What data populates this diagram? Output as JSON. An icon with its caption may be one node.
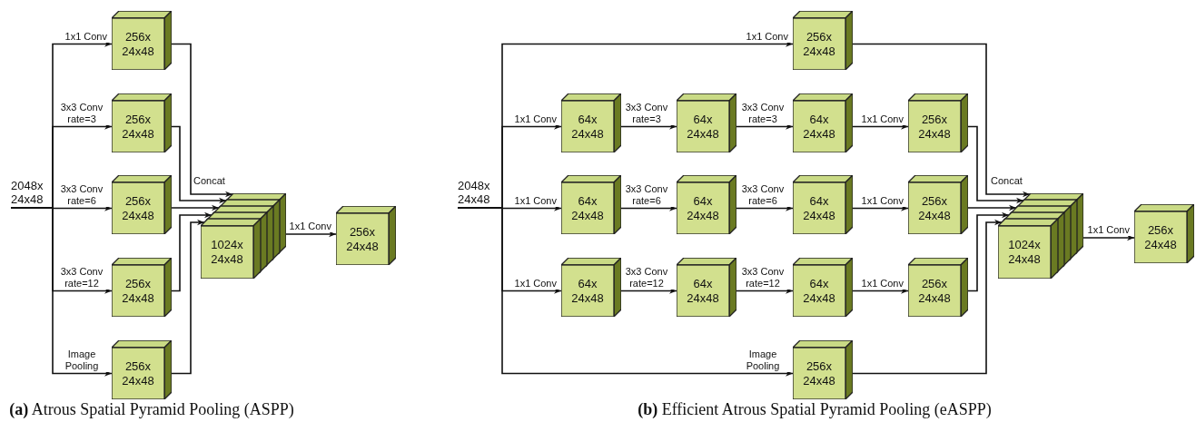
{
  "diagram": {
    "nodes": [
      {
        "text": [
          "2048x 24x48"
        ]
      },
      {
        "text": [
          "256x 24x48"
        ]
      },
      {
        "text": [
          "256x 24x48"
        ]
      },
      {
        "text": [
          "256x 24x48"
        ]
      },
      {
        "text": [
          "256x 24x48"
        ]
      },
      {
        "text": [
          "256x 24x48"
        ]
      },
      {
        "text": [
          "1024x 24x48"
        ],
        "beside": [
          "Concat"
        ]
      },
      {
        "text": [
          "256x 24x48"
        ]
      },
      {
        "text": [
          "2048x 24x48"
        ]
      },
      {
        "text": [
          "256x 24x48"
        ]
      },
      {
        "text": [
          "64x 24x48"
        ]
      },
      {
        "text": [
          "64x 24x48"
        ]
      },
      {
        "text": [
          "64x 24x48"
        ]
      },
      {
        "text": [
          "256x 24x48"
        ]
      },
      {
        "text": [
          "64x 24x48"
        ]
      },
      {
        "text": [
          "64x 24x48"
        ]
      },
      {
        "text": [
          "64x 24x48"
        ]
      },
      {
        "text": [
          "256x 24x48"
        ]
      },
      {
        "text": [
          "64x 24x48"
        ]
      },
      {
        "text": [
          "64x 24x48"
        ]
      },
      {
        "text": [
          "64x 24x48"
        ]
      },
      {
        "text": [
          "256x 24x48"
        ]
      },
      {
        "text": [
          "256x 24x48"
        ]
      },
      {
        "text": [
          "1024x 24x48"
        ],
        "beside": [
          "Concat"
        ]
      },
      {
        "text": [
          "256x 24x48"
        ]
      }
    ],
    "edges": [
      {
        "from": 0,
        "to": 1,
        "arrow": "to",
        "label": "1x1 Conv"
      },
      {
        "from": 0,
        "to": 2,
        "arrow": "to",
        "label": "3x3 Conv rate=3"
      },
      {
        "from": 0,
        "to": 3,
        "arrow": "to",
        "label": "3x3 Conv rate=6"
      },
      {
        "from": 0,
        "to": 4,
        "arrow": "to",
        "label": "3x3 Conv rate=12"
      },
      {
        "from": 0,
        "to": 5,
        "arrow": "to",
        "label": "Image Pooling"
      },
      {
        "from": 1,
        "to": 6,
        "arrow": "to"
      },
      {
        "from": 2,
        "to": 6,
        "arrow": "to"
      },
      {
        "from": 3,
        "to": 6,
        "arrow": "to"
      },
      {
        "from": 4,
        "to": 6,
        "arrow": "to"
      },
      {
        "from": 5,
        "to": 6,
        "arrow": "to"
      },
      {
        "from": 6,
        "to": 7,
        "arrow": "to",
        "label": "1x1 Conv"
      },
      {
        "from": 8,
        "to": 9,
        "arrow": "to",
        "label": "1x1 Conv"
      },
      {
        "from": 8,
        "to": 10,
        "arrow": "to",
        "label": "1x1 Conv"
      },
      {
        "from": 10,
        "to": 11,
        "arrow": "to",
        "label": "3x3 Conv rate=3"
      },
      {
        "from": 11,
        "to": 12,
        "arrow": "to",
        "label": "3x3 Conv rate=3"
      },
      {
        "from": 12,
        "to": 13,
        "arrow": "to",
        "label": "1x1 Conv"
      },
      {
        "from": 8,
        "to": 14,
        "arrow": "to",
        "label": "1x1 Conv"
      },
      {
        "from": 14,
        "to": 15,
        "arrow": "to",
        "label": "3x3 Conv rate=6"
      },
      {
        "from": 15,
        "to": 16,
        "arrow": "to",
        "label": "3x3 Conv rate=6"
      },
      {
        "from": 16,
        "to": 17,
        "arrow": "to",
        "label": "1x1 Conv"
      },
      {
        "from": 8,
        "to": 18,
        "arrow": "to",
        "label": "1x1 Conv"
      },
      {
        "from": 18,
        "to": 19,
        "arrow": "to",
        "label": "3x3 Conv rate=12"
      },
      {
        "from": 19,
        "to": 20,
        "arrow": "to",
        "label": "3x3 Conv rate=12"
      },
      {
        "from": 20,
        "to": 21,
        "arrow": "to",
        "label": "1x1 Conv"
      },
      {
        "from": 8,
        "to": 22,
        "arrow": "to",
        "label": "Image Pooling"
      },
      {
        "from": 9,
        "to": 23,
        "arrow": "to"
      },
      {
        "from": 13,
        "to": 23,
        "arrow": "to"
      },
      {
        "from": 17,
        "to": 23,
        "arrow": "to"
      },
      {
        "from": 21,
        "to": 23,
        "arrow": "to"
      },
      {
        "from": 22,
        "to": 23,
        "arrow": "to"
      },
      {
        "from": 23,
        "to": 24,
        "arrow": "to",
        "label": "1x1 Conv"
      }
    ],
    "labels": [
      "**(a)** Atrous Spatial Pyramid Pooling (ASPP)",
      "**(b)** Efficient Atrous Spatial Pyramid Pooling (eASPP)"
    ]
  }
}
